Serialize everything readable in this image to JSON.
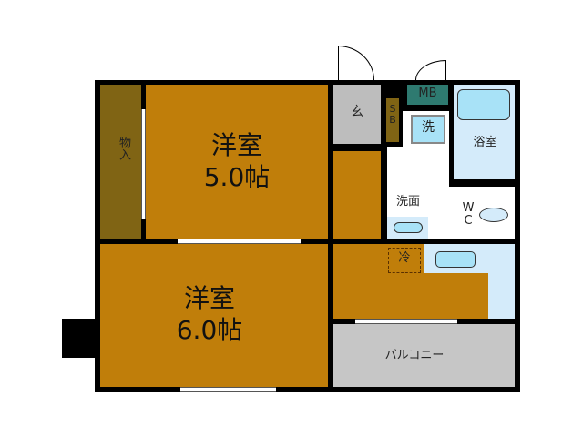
{
  "rooms": {
    "storage": "物入",
    "western_room_1": {
      "name": "洋室",
      "size": "5.0帖"
    },
    "western_room_2": {
      "name": "洋室",
      "size": "6.0帖"
    },
    "entrance": "玄",
    "shoe_box": "SB",
    "meter_box": "MB",
    "washing_machine": "洗",
    "bathroom": "浴室",
    "washroom": "洗面",
    "toilet": "WC",
    "refrigerator": "冷",
    "balcony": "バルコニー"
  },
  "colors": {
    "wall": "#000000",
    "room_floor": "#c07e0a",
    "storage": "#806414",
    "entrance": "#bdbdbd",
    "meter_box": "#2e7a70",
    "wet_area": "#d4ebfa",
    "fixture": "#a8e2f7",
    "balcony": "#c6c6c6"
  }
}
